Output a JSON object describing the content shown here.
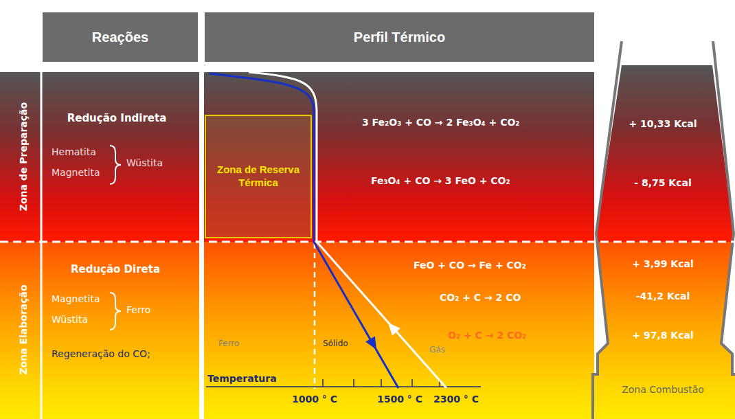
{
  "diagram": {
    "nodes": [
      {
        "text": [
          "Reações"
        ]
      },
      {
        "text": [
          "Perfil Térmico"
        ]
      },
      {
        "text": [
          "Zona de Reserva Térmica"
        ]
      }
    ],
    "labels": [
      "Zona de Preparação",
      "Zona Elaboração",
      "Redução Indireta",
      "Hematita",
      "Magnetita",
      "Wüstita",
      "Redução Direta",
      "Magnetita",
      "Wüstita",
      "Ferro",
      "Regeneração do CO;",
      "3 Fe₂O₃ + CO → 2 Fe₃O₄ + CO₂",
      "Fe₃O₄ + CO → 3 FeO + CO₂",
      "FeO + CO → Fe + CO₂",
      "CO₂ + C → 2 CO",
      "O₂ + C → 2 CO₂",
      "+ 10,33 Kcal",
      "- 8,75 Kcal",
      "+ 3,99 Kcal",
      "-41,2 Kcal",
      "+ 97,8 Kcal",
      "Zona Combustão",
      "Ferro",
      "Sólido",
      "Gás",
      "Temperatura",
      "1000 ° C",
      "1500 ° C",
      "2300 ° C"
    ]
  }
}
